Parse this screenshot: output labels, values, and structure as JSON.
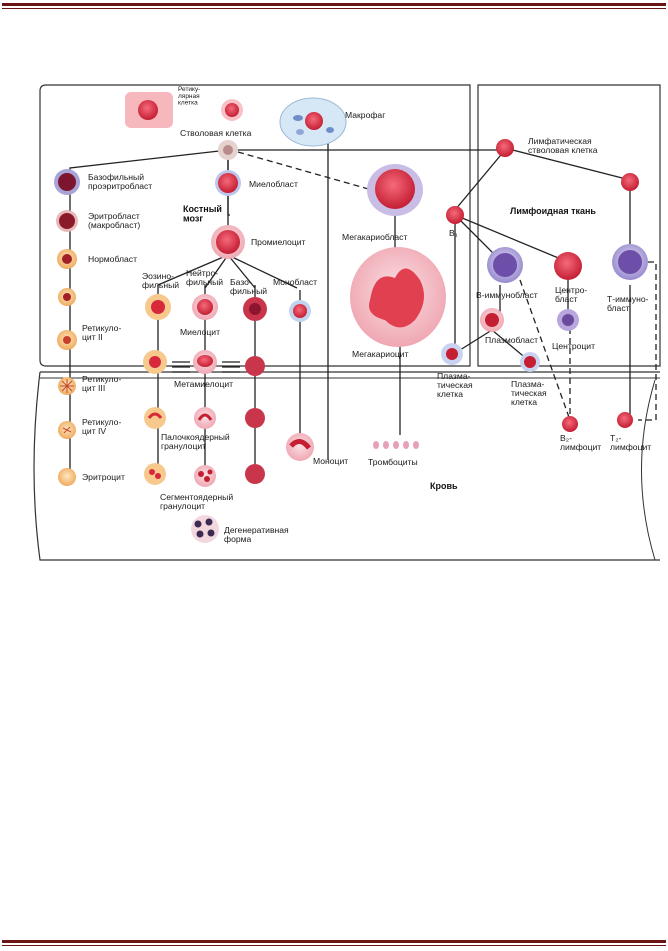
{
  "colors": {
    "frame_rule": "#6b1414",
    "cell_red": "#d7283c",
    "cell_pink": "#f1a2ad",
    "cell_blue": "#5a56a8",
    "cell_lilac": "#c9b9e8",
    "cell_orange": "#f2b261"
  },
  "regions": {
    "bone_marrow": "Костный мозг",
    "lymphoid": "Лимфоидная ткань",
    "blood": "Кровь"
  },
  "labels": {
    "reticular": "Ретику-\nлярная\nклетка",
    "stem": "Стволовая  клетка",
    "macrophage": "Макрофаг",
    "lymph_stem": "Лимфатическая\nстволовая клетка",
    "basophilic_proerythroblast": "Базофильный\nпроэритробласт",
    "myeloblast": "Миелобласт",
    "erythroblast": "Эритробласт\n(макробласт)",
    "normoblast": "Нормобласт",
    "promyelocyte": "Промиелоцит",
    "megakaryoblast": "Мегакариобласт",
    "b1": "B₁",
    "eosinophilic": "Эозино-\nфильный",
    "neutrophilic": "Нейтро-\nфильный",
    "basophilic": "Базо-\nфильный",
    "monoblast": "Монобласт",
    "myelocyte": "Миелоцит",
    "reticulocyte_2": "Ретикуло-\nцит II",
    "b_immunoblast": "B-иммунобласт",
    "centroblast": "Центро-\nбласт",
    "t_immunoblast": "Т-иммуно-\nбласт",
    "plasmoblast": "Плазмобласт",
    "centrocyte": "Центроцит",
    "megakaryocyte": "Мегакариоцит",
    "metamyelocyte": "Метамиелоцит",
    "reticulocyte_3": "Ретикуло-\nцит III",
    "plasma_cell_1": "Плазма-\nтическая\nклетка",
    "plasma_cell_2": "Плазма-\nтическая\nклетка",
    "reticulocyte_4": "Ретикуло-\nцит IV",
    "band_granulocyte": "Палочкоядерный\nгранулоцит",
    "b2_lymphocyte": "B₂-\nлимфоцит",
    "t2_lymphocyte": "T₂-\nлимфоцит",
    "thrombocytes": "Тромбоциты",
    "monocyte": "Моноцит",
    "erythrocyte": "Эритроцит",
    "segmented_granulocyte": "Сегментоядерный\nгранулоцит",
    "degenerative": "Дегенеративная\nформа"
  }
}
